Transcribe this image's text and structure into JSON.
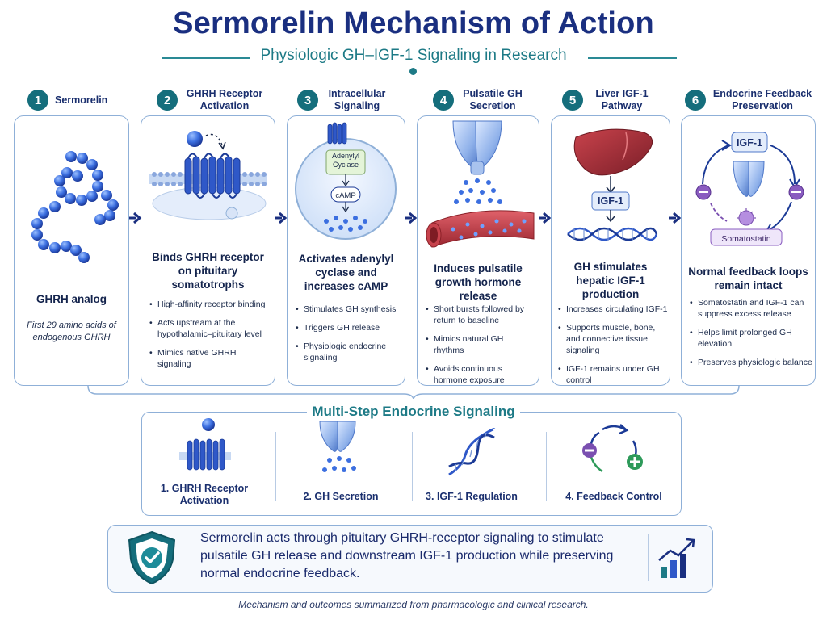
{
  "header": {
    "title": "Sermorelin Mechanism of Action",
    "subtitle": "Physiologic GH–IGF-1 Signaling in Research"
  },
  "steps": [
    {
      "num": "1",
      "label": "Sermorelin",
      "card_title": "GHRH analog",
      "note": "First 29 amino acids of endogenous GHRH",
      "bullets": []
    },
    {
      "num": "2",
      "label": "GHRH Receptor Activation",
      "card_title": "Binds GHRH receptor on pituitary somatotrophs",
      "bullets": [
        "High-affinity receptor binding",
        "Acts upstream at the hypothalamic–pituitary level",
        "Mimics native GHRH signaling"
      ]
    },
    {
      "num": "3",
      "label": "Intracellular Signaling",
      "card_title": "Activates adenylyl cyclase and increases cAMP",
      "bullets": [
        "Stimulates GH synthesis",
        "Triggers GH release",
        "Physiologic endocrine signaling"
      ]
    },
    {
      "num": "4",
      "label": "Pulsatile GH Secretion",
      "card_title": "Induces pulsatile growth hormone release",
      "bullets": [
        "Short bursts followed by return to baseline",
        "Mimics natural GH rhythms",
        "Avoids continuous hormone exposure"
      ]
    },
    {
      "num": "5",
      "label": "Liver IGF-1 Pathway",
      "card_title": "GH stimulates hepatic IGF-1 production",
      "bullets": [
        "Increases circulating IGF-1",
        "Supports muscle, bone, and connective tissue signaling",
        "IGF-1 remains under GH control"
      ]
    },
    {
      "num": "6",
      "label": "Endocrine Feedback Preservation",
      "card_title": "Normal feedback loops remain intact",
      "bullets": [
        "Somatostatin and IGF-1 can suppress excess release",
        "Helps limit prolonged GH elevation",
        "Preserves physiologic balance"
      ]
    }
  ],
  "illustrations": {
    "adenylyl_cyclase": "Adenylyl Cyclase",
    "camp": "cAMP",
    "igf1_liver": "IGF-1",
    "igf1_feedback": "IGF-1",
    "somatostatin": "Somatostatin"
  },
  "section": {
    "title": "Multi-Step Endocrine Signaling",
    "items": [
      {
        "label": "1. GHRH Receptor Activation",
        "icon": "receptor-icon"
      },
      {
        "label": "2. GH Secretion",
        "icon": "pituitary-icon"
      },
      {
        "label": "3. IGF-1 Regulation",
        "icon": "dna-icon"
      },
      {
        "label": "4. Feedback Control",
        "icon": "feedback-cycle-icon"
      }
    ]
  },
  "summary": {
    "text": "Sermorelin acts through pituitary GHRH-receptor signaling to stimulate pulsatile GH release and downstream IGF-1 production while preserving normal endocrine feedback."
  },
  "footer": "Mechanism and outcomes summarized from pharmacologic and clinical research.",
  "colors": {
    "navy": "#1a2f80",
    "teal": "#156e7c",
    "blue": "#2d5bd0",
    "red": "#b3303a",
    "purple": "#7a4fb0",
    "green": "#2e9a5a"
  }
}
